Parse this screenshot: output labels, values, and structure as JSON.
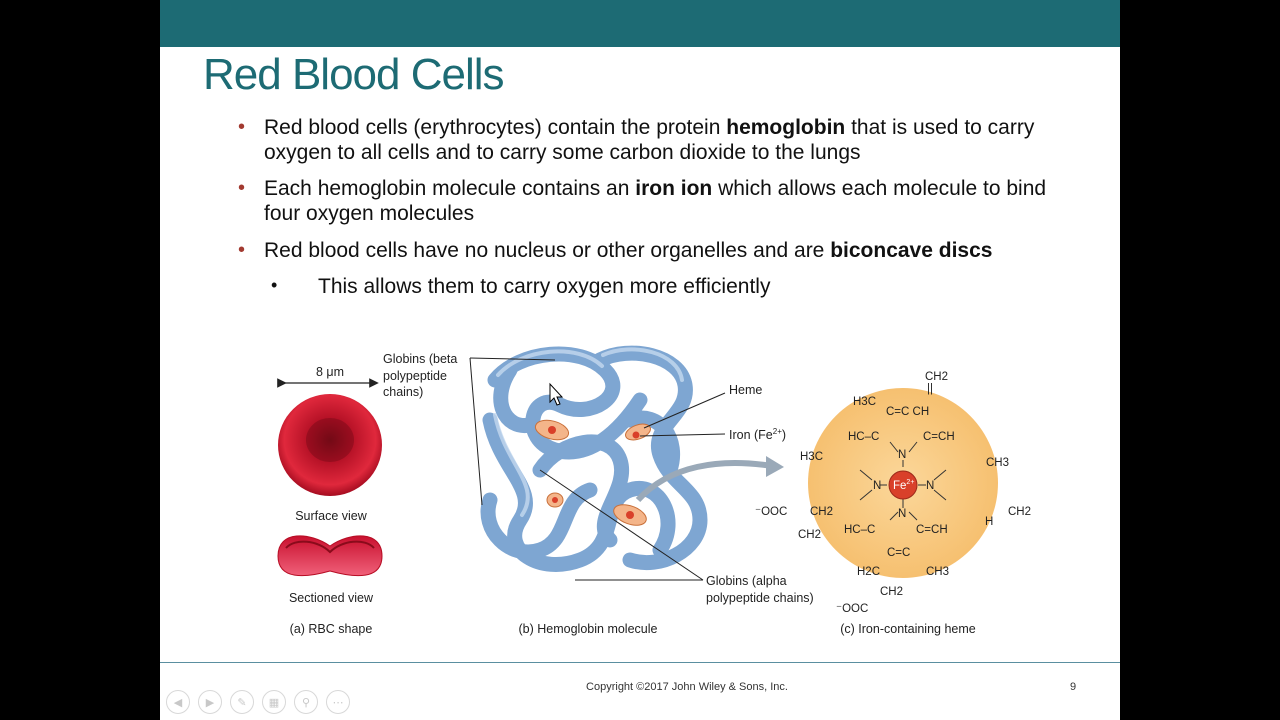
{
  "slide": {
    "title": "Red Blood Cells",
    "bullets": [
      {
        "pre": "Red blood cells (erythrocytes) contain the protein ",
        "bold": "hemoglobin",
        "post": " that is used to carry oxygen to all cells and to carry some carbon dioxide to the lungs"
      },
      {
        "pre": "Each hemoglobin molecule contains an ",
        "bold": "iron ion",
        "post": " which allows each molecule to bind four oxygen molecules"
      },
      {
        "pre": "Red blood cells have no nucleus or other organelles and are ",
        "bold": "biconcave discs",
        "post": ""
      }
    ],
    "sub_bullet": "This allows them to carry oxygen more efficiently",
    "bullet_symbol": "•",
    "sub_bullet_symbol": "•"
  },
  "figure": {
    "scale": "8 μm",
    "surface_view": "Surface view",
    "sectioned_view": "Sectioned view",
    "caption_a": "(a) RBC shape",
    "caption_b": "(b) Hemoglobin molecule",
    "caption_c": "(c) Iron-containing heme",
    "globins_beta": [
      "Globins (beta",
      "polypeptide",
      "chains)"
    ],
    "globins_alpha": [
      "Globins (alpha",
      "polypeptide chains)"
    ],
    "heme": "Heme",
    "iron": "Iron (Fe",
    "iron_sup": "2+",
    "iron_close": ")",
    "fe_center": "Fe",
    "fe_sup": "2+",
    "heme_formula": {
      "ch2_top": "CH2",
      "eq_top": "||",
      "h3c_tl": "H3C",
      "c_eq_ch_top": "C=C    CH",
      "hc_c": "HC–C",
      "c_eqch": "C=CH",
      "h3c_left": "H3C",
      "ch3_right": "CH3",
      "ch_right": "CH2",
      "h_right": "H",
      "n_top": "N",
      "n_left": "N",
      "n_right": "N",
      "n_bottom": "N",
      "ooc1": "⁻OOC",
      "ch2_1": "CH2",
      "ch2_2": "CH2",
      "hc_c2": "HC–C",
      "c_eqch2": "C=CH",
      "c_eq_c_bot": "C=C",
      "h2c": "H2C",
      "ch3_bot": "CH3",
      "ch2_bot": "CH2",
      "ooc2": "⁻OOC"
    },
    "colors": {
      "rbc": "#c8102e",
      "protein": "#8fb3d9",
      "heme_bg": "#f6c77a",
      "fe": "#d9402a"
    }
  },
  "footer": {
    "copyright": "Copyright ©2017 John Wiley & Sons, Inc.",
    "page": "9"
  },
  "nav": {
    "icons": [
      "back-icon",
      "forward-icon",
      "pen-icon",
      "slides-icon",
      "zoom-icon",
      "more-icon"
    ]
  },
  "theme": {
    "accent": "#1d6b74",
    "bullet": "#a23a30"
  }
}
